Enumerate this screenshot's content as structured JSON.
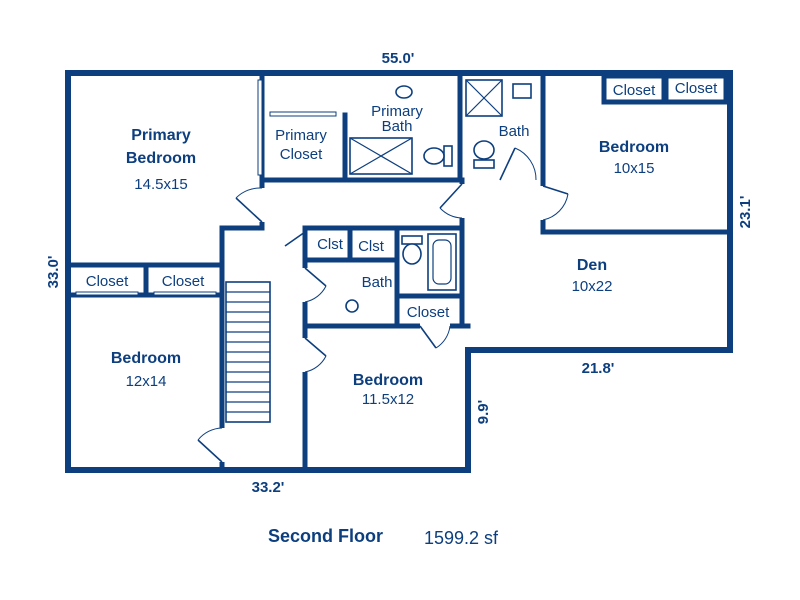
{
  "dimensions": {
    "top": "55.0'",
    "left": "33.0'",
    "right_upper": "23.1'",
    "den_bottom": "21.8'",
    "step": "9.9'",
    "bottom": "33.2'"
  },
  "rooms": {
    "primary_bedroom": {
      "name_line1": "Primary",
      "name_line2": "Bedroom",
      "size": "14.5x15"
    },
    "primary_closet": {
      "name_line1": "Primary",
      "name_line2": "Closet"
    },
    "primary_bath": {
      "name_line1": "Primary",
      "name_line2": "Bath"
    },
    "bath_upper": {
      "name": "Bath"
    },
    "bedroom_ne": {
      "name": "Bedroom",
      "size": "10x15"
    },
    "closet_ne_1": {
      "name": "Closet"
    },
    "closet_ne_2": {
      "name": "Closet"
    },
    "den": {
      "name": "Den",
      "size": "10x22"
    },
    "closet_w_1": {
      "name": "Closet"
    },
    "closet_w_2": {
      "name": "Closet"
    },
    "bedroom_w": {
      "name": "Bedroom",
      "size": "12x14"
    },
    "clst_1": {
      "name": "Clst"
    },
    "clst_2": {
      "name": "Clst"
    },
    "bath_hall": {
      "name": "Bath"
    },
    "closet_hall": {
      "name": "Closet"
    },
    "bedroom_s": {
      "name": "Bedroom",
      "size": "11.5x12"
    }
  },
  "footer": {
    "floor_name": "Second Floor",
    "area": "1599.2 sf"
  }
}
